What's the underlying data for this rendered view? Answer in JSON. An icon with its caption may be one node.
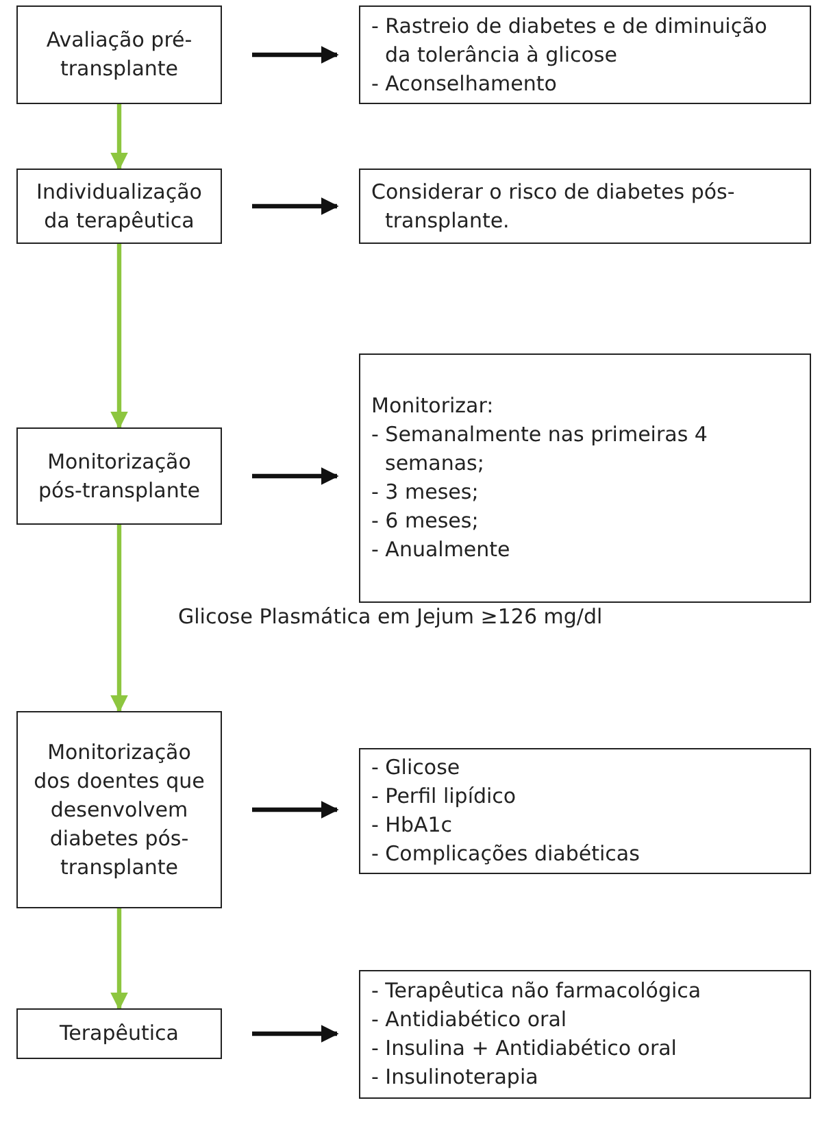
{
  "diagram": {
    "nodes": [
      {
        "text": [
          "Avaliação pré-transplante"
        ]
      },
      {
        "text": [
          "- Rastreio de diabetes e de diminuição da tolerância à glicose",
          "- Aconselhamento"
        ]
      },
      {
        "text": [
          "Individualização da terapêutica"
        ]
      },
      {
        "text": [
          "Considerar o risco de diabetes pós-transplante."
        ]
      },
      {
        "text": [
          "Monitorização pós-transplante"
        ]
      },
      {
        "text": [
          "Monitorizar:",
          "- Semanalmente nas primeiras 4 semanas;",
          "- 3 meses;",
          "- 6 meses;",
          "- Anualmente"
        ]
      },
      {
        "text": [
          "Monitorização dos doentes que desenvolvem diabetes pós-transplante"
        ]
      },
      {
        "text": [
          "- Glicose",
          "- Perfil lipídico",
          "- HbA1c",
          "- Complicações diabéticas"
        ]
      },
      {
        "text": [
          "Terapêutica"
        ]
      },
      {
        "text": [
          "- Terapêutica não farmacológica",
          "- Antidiabético oral",
          "- Insulina + Antidiabético oral",
          "- Insulinoterapia"
        ]
      }
    ],
    "edges": [
      {
        "from": 0,
        "to": 1,
        "arrow": "to"
      },
      {
        "from": 0,
        "to": 2,
        "arrow": "to",
        "color": "#8dc63f"
      },
      {
        "from": 2,
        "to": 3,
        "arrow": "to"
      },
      {
        "from": 2,
        "to": 4,
        "arrow": "to",
        "color": "#8dc63f"
      },
      {
        "from": 4,
        "to": 5,
        "arrow": "to"
      },
      {
        "from": 4,
        "to": 6,
        "arrow": "to",
        "label": "Glicose Plasmática em Jejum ≥126 mg/dl",
        "color": "#8dc63f"
      },
      {
        "from": 6,
        "to": 7,
        "arrow": "to"
      },
      {
        "from": 6,
        "to": 8,
        "arrow": "to",
        "color": "#8dc63f"
      },
      {
        "from": 8,
        "to": 9,
        "arrow": "to"
      }
    ]
  }
}
